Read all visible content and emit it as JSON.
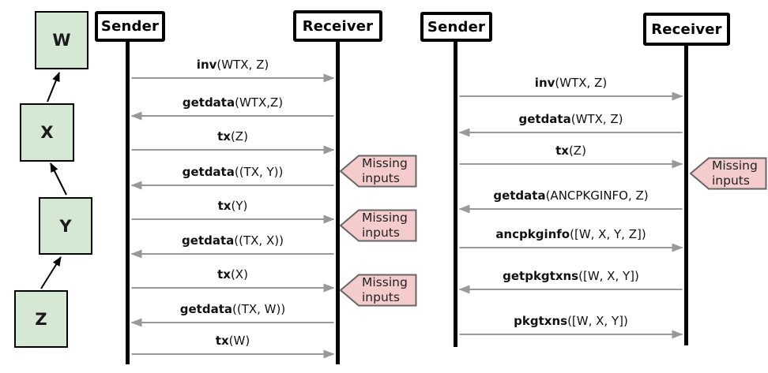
{
  "colors": {
    "node_fill": "#d5e8d4",
    "node_border": "#000000",
    "lifeline": "#000000",
    "graph_edge": "#000000",
    "message_arrow": "#999999",
    "callout_fill": "#f4cccc",
    "callout_border": "#666666"
  },
  "callout": {
    "line1": "Missing",
    "line2": "inputs"
  },
  "graph": {
    "nodes": [
      {
        "id": "W",
        "label": "W"
      },
      {
        "id": "X",
        "label": "X"
      },
      {
        "id": "Y",
        "label": "Y"
      },
      {
        "id": "Z",
        "label": "Z"
      }
    ],
    "edges": [
      {
        "from": "X",
        "to": "W"
      },
      {
        "from": "Y",
        "to": "X"
      },
      {
        "from": "Z",
        "to": "Y"
      }
    ]
  },
  "diagrams": [
    {
      "sender_label": "Sender",
      "receiver_label": "Receiver",
      "messages": [
        {
          "name": "inv",
          "args": "(WTX, Z)",
          "direction": "right",
          "missing_inputs": false
        },
        {
          "name": "getdata",
          "args": "(WTX,Z)",
          "direction": "left",
          "missing_inputs": false
        },
        {
          "name": "tx",
          "args": "(Z)",
          "direction": "right",
          "missing_inputs": true
        },
        {
          "name": "getdata",
          "args": "((TX, Y))",
          "direction": "left",
          "missing_inputs": false
        },
        {
          "name": "tx",
          "args": "(Y)",
          "direction": "right",
          "missing_inputs": true
        },
        {
          "name": "getdata",
          "args": "((TX, X))",
          "direction": "left",
          "missing_inputs": false
        },
        {
          "name": "tx",
          "args": "(X)",
          "direction": "right",
          "missing_inputs": true
        },
        {
          "name": "getdata",
          "args": "((TX, W))",
          "direction": "left",
          "missing_inputs": false
        },
        {
          "name": "tx",
          "args": "(W)",
          "direction": "right",
          "missing_inputs": false
        }
      ]
    },
    {
      "sender_label": "Sender",
      "receiver_label": "Receiver",
      "messages": [
        {
          "name": "inv",
          "args": "(WTX, Z)",
          "direction": "right",
          "missing_inputs": false
        },
        {
          "name": "getdata",
          "args": "(WTX, Z)",
          "direction": "left",
          "missing_inputs": false
        },
        {
          "name": "tx",
          "args": "(Z)",
          "direction": "right",
          "missing_inputs": true
        },
        {
          "name": "getdata",
          "args": "(ANCPKGINFO, Z)",
          "direction": "left",
          "missing_inputs": false
        },
        {
          "name": "ancpkginfo",
          "args": "([W, X, Y, Z])",
          "direction": "right",
          "missing_inputs": false
        },
        {
          "name": "getpkgtxns",
          "args": "([W, X, Y])",
          "direction": "left",
          "missing_inputs": false
        },
        {
          "name": "pkgtxns",
          "args": "([W, X, Y])",
          "direction": "right",
          "missing_inputs": false
        }
      ]
    }
  ]
}
